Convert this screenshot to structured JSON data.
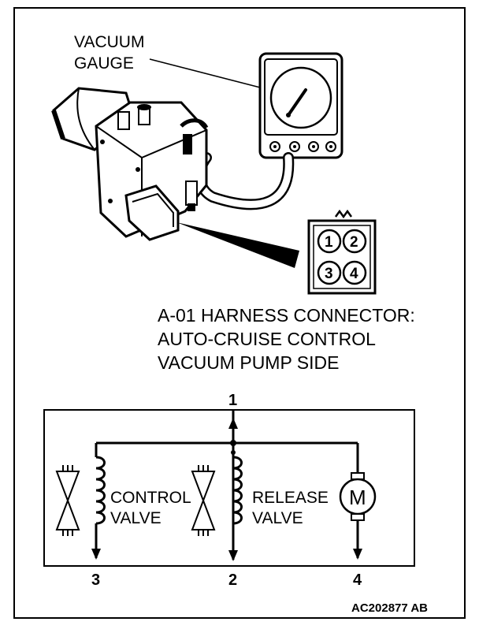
{
  "illustration": {
    "gauge_label_line1": "VACUUM",
    "gauge_label_line2": "GAUGE",
    "connector_pins": [
      "1",
      "2",
      "3",
      "4"
    ],
    "caption_line1": "A-01 HARNESS CONNECTOR:",
    "caption_line2": "AUTO-CRUISE CONTROL",
    "caption_line3": "VACUUM PUMP SIDE"
  },
  "schematic": {
    "terminal_top": "1",
    "terminal_bottom_left": "3",
    "terminal_bottom_mid": "2",
    "terminal_bottom_right": "4",
    "control_valve_line1": "CONTROL",
    "control_valve_line2": "VALVE",
    "release_valve_line1": "RELEASE",
    "release_valve_line2": "VALVE",
    "motor_symbol": "M"
  },
  "reference_code": "AC202877 AB",
  "icons": [
    "vacuum-pump-icon",
    "gauge-dial-icon",
    "connector-plug-icon",
    "solenoid-coil-icon",
    "valve-icon",
    "motor-icon"
  ]
}
